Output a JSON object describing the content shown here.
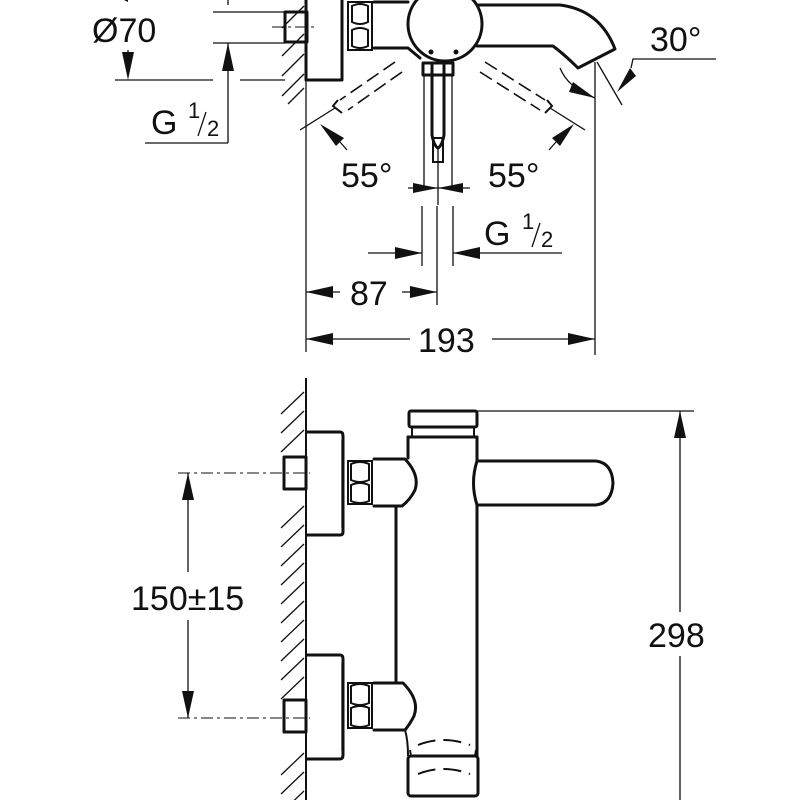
{
  "drawing": {
    "title": "Bath/shower mixer dimension drawing",
    "line_color": "#111111",
    "background": "#ffffff",
    "top_view": {
      "diameter_label": "Ø70",
      "thread_left": {
        "main": "G",
        "num": "1",
        "den": "2"
      },
      "thread_right": {
        "main": "G",
        "num": "1",
        "den": "2"
      },
      "angle_left": "55°",
      "angle_right": "55°",
      "spout_angle": "30°",
      "dim_center_offset": "87",
      "dim_total_width": "193"
    },
    "side_view": {
      "dim_inlet_spacing": "150±15",
      "dim_height": "298"
    }
  }
}
